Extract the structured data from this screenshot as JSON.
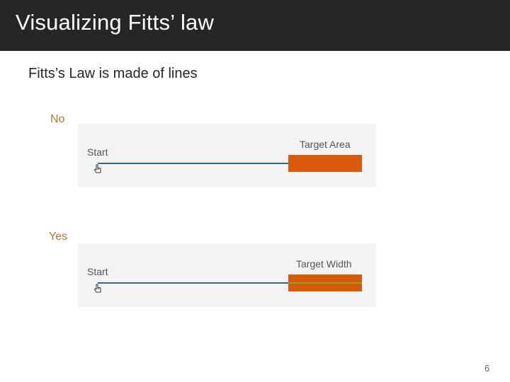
{
  "slide": {
    "title": "Visualizing Fitts’ law",
    "subtitle": "Fitts’s Law is made of lines",
    "page_number": "6"
  },
  "diagrams": {
    "no": {
      "label": "No",
      "start_label": "Start",
      "target_label": "Target Area"
    },
    "yes": {
      "label": "Yes",
      "start_label": "Start",
      "target_label": "Target Width"
    }
  },
  "colors": {
    "title_bar": "#262626",
    "section_label": "#b8743a",
    "path_line": "#2f6a8c",
    "target": "#d95a0b",
    "target_width_line": "#7fae2c",
    "diagram_background": "#f3f3f3"
  },
  "icons": {
    "cursor": "hand-pointer-icon"
  }
}
